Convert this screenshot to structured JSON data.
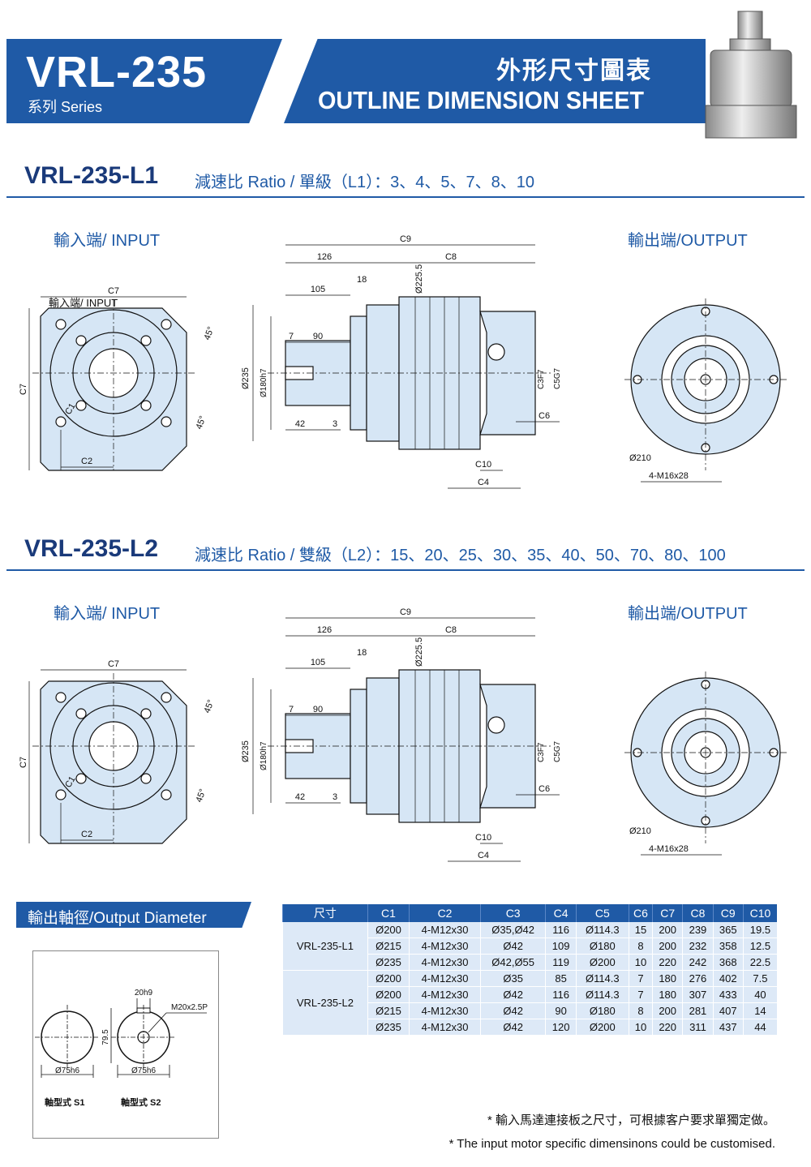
{
  "header": {
    "model": "VRL-235",
    "series": "系列 Series",
    "sheet_cn": "外形尺寸圖表",
    "sheet_en": "OUTLINE DIMENSION SHEET"
  },
  "sections": [
    {
      "model": "VRL-235-L1",
      "ratio": "減速比 Ratio / 單級（L1）：3、4、5、7、8、10",
      "input_label": "輸入端/ INPUT",
      "output_label": "輸出端/OUTPUT",
      "front_inner_label": "輸入端/ INPUT"
    },
    {
      "model": "VRL-235-L2",
      "ratio": "減速比 Ratio / 雙級（L2）：15、20、25、30、35、40、50、70、80、100",
      "input_label": "輸入端/ INPUT",
      "output_label": "輸出端/OUTPUT",
      "front_inner_label": ""
    }
  ],
  "dims": {
    "c1": "C1",
    "c2": "C2",
    "c3": "C3F7",
    "c4": "C4",
    "c5": "C5G7",
    "c6": "C6",
    "c7": "C7",
    "c8": "C8",
    "c9": "C9",
    "c10": "C10",
    "d126": "126",
    "d105": "105",
    "d18": "18",
    "d7": "7",
    "d90": "90",
    "d42": "42",
    "d3": "3",
    "d225": "Ø225.5",
    "d235": "Ø235",
    "d180": "Ø180h7",
    "a45": "45°",
    "d210": "Ø210",
    "bolt": "4-M16x28"
  },
  "output_diameter": {
    "title": "輸出軸徑/Output Diameter",
    "s1_dia": "Ø75h6",
    "s2_dia": "Ø75h6",
    "key": "20h9",
    "thread": "M20x2.5P",
    "height": "79.5",
    "s1_label": "軸型式  S1",
    "s2_label": "軸型式  S2"
  },
  "table": {
    "headers": [
      "尺寸",
      "C1",
      "C2",
      "C3",
      "C4",
      "C5",
      "C6",
      "C7",
      "C8",
      "C9",
      "C10"
    ],
    "groups": [
      {
        "model": "VRL-235-L1",
        "rows": [
          [
            "Ø200",
            "4-M12x30",
            "Ø35,Ø42",
            "116",
            "Ø114.3",
            "15",
            "200",
            "239",
            "365",
            "19.5"
          ],
          [
            "Ø215",
            "4-M12x30",
            "Ø42",
            "109",
            "Ø180",
            "8",
            "200",
            "232",
            "358",
            "12.5"
          ],
          [
            "Ø235",
            "4-M12x30",
            "Ø42,Ø55",
            "119",
            "Ø200",
            "10",
            "220",
            "242",
            "368",
            "22.5"
          ]
        ]
      },
      {
        "model": "VRL-235-L2",
        "rows": [
          [
            "Ø200",
            "4-M12x30",
            "Ø35",
            "85",
            "Ø114.3",
            "7",
            "180",
            "276",
            "402",
            "7.5"
          ],
          [
            "Ø200",
            "4-M12x30",
            "Ø42",
            "116",
            "Ø114.3",
            "7",
            "180",
            "307",
            "433",
            "40"
          ],
          [
            "Ø215",
            "4-M12x30",
            "Ø42",
            "90",
            "Ø180",
            "8",
            "200",
            "281",
            "407",
            "14"
          ],
          [
            "Ø235",
            "4-M12x30",
            "Ø42",
            "120",
            "Ø200",
            "10",
            "220",
            "311",
            "437",
            "44"
          ]
        ]
      }
    ]
  },
  "notes": {
    "cn": "* 輸入馬達連接板之尺寸，可根據客户要求單獨定做。",
    "en": "* The input motor specific dimensinons could be customised."
  },
  "colors": {
    "brand": "#1f5aa6",
    "fill": "#d6e6f5",
    "table_fill": "#dde9f7"
  }
}
